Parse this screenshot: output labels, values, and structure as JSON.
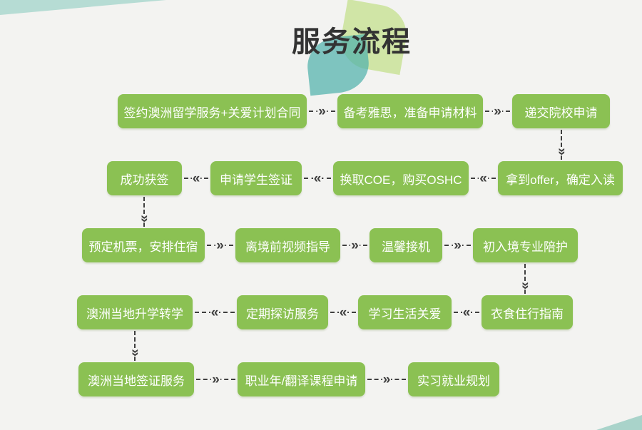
{
  "title": "服务流程",
  "colors": {
    "background": "#f3f3f1",
    "node_green": "#8bc153",
    "node_text": "#ffffff",
    "arrow": "#3f3f3f",
    "mint_corner": "#b6dcd4",
    "teal_corner": "#a9d3ca",
    "leaf_light_green": "#d0e5a6",
    "leaf_teal": "#50b2ac"
  },
  "glyphs": {
    "arrow_right": "»",
    "arrow_left": "«",
    "arrow_down": "»"
  },
  "nodes": {
    "r1b1": "签约澳洲留学服务+关爱计划合同",
    "r1b2": "备考雅思，准备申请材料",
    "r1b3": "递交院校申请",
    "r2b1": "成功获签",
    "r2b2": "申请学生签证",
    "r2b3": "换取COE，购买OSHC",
    "r2b4": "拿到offer，确定入读",
    "r3b1": "预定机票，安排住宿",
    "r3b2": "离境前视频指导",
    "r3b3": "温馨接机",
    "r3b4": "初入境专业陪护",
    "r4b1": "澳洲当地升学转学",
    "r4b2": "定期探访服务",
    "r4b3": "学习生活关爱",
    "r4b4": "衣食住行指南",
    "r5b1": "澳洲当地签证服务",
    "r5b2": "职业年/翻译课程申请",
    "r5b3": "实习就业规划"
  },
  "flow_sequence": [
    "签约澳洲留学服务+关爱计划合同",
    "备考雅思，准备申请材料",
    "递交院校申请",
    "拿到offer，确定入读",
    "换取COE，购买OSHC",
    "申请学生签证",
    "成功获签",
    "预定机票，安排住宿",
    "离境前视频指导",
    "温馨接机",
    "初入境专业陪护",
    "衣食住行指南",
    "学习生活关爱",
    "定期探访服务",
    "澳洲当地升学转学",
    "澳洲当地签证服务",
    "职业年/翻译课程申请",
    "实习就业规划"
  ]
}
